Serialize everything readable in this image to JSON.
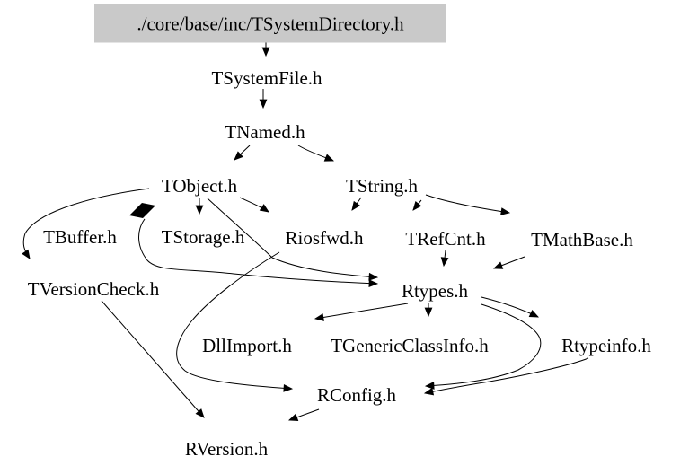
{
  "diagram": {
    "title": "Include dependency graph for TSystemDirectory.h",
    "type": "include-dependency-graph",
    "root_label": "./core/base/inc/TSystemDirectory.h",
    "root_bg_color": "#c9c9c9",
    "edge_color": "#000000",
    "nodes": [
      {
        "label": "./core/base/inc/TSystemDirectory.h"
      },
      {
        "label": "TSystemFile.h"
      },
      {
        "label": "TNamed.h"
      },
      {
        "label": "TObject.h"
      },
      {
        "label": "TString.h"
      },
      {
        "label": "TBuffer.h"
      },
      {
        "label": "TStorage.h"
      },
      {
        "label": "Riosfwd.h"
      },
      {
        "label": "TRefCnt.h"
      },
      {
        "label": "TMathBase.h"
      },
      {
        "label": "TVersionCheck.h"
      },
      {
        "label": "Rtypes.h"
      },
      {
        "label": "DllImport.h"
      },
      {
        "label": "TGenericClassInfo.h"
      },
      {
        "label": "Rtypeinfo.h"
      },
      {
        "label": "RConfig.h"
      },
      {
        "label": "RVersion.h"
      }
    ],
    "edges": [
      {
        "from": "./core/base/inc/TSystemDirectory.h",
        "to": "TSystemFile.h"
      },
      {
        "from": "TSystemFile.h",
        "to": "TNamed.h"
      },
      {
        "from": "TNamed.h",
        "to": "TObject.h"
      },
      {
        "from": "TNamed.h",
        "to": "TString.h"
      },
      {
        "from": "TObject.h",
        "to": "TVersionCheck.h"
      },
      {
        "from": "TObject.h",
        "to": "TStorage.h"
      },
      {
        "from": "TObject.h",
        "to": "Riosfwd.h"
      },
      {
        "from": "TObject.h",
        "to": "Rtypes.h"
      },
      {
        "from": "TObject.h",
        "to": "TBuffer.h"
      },
      {
        "from": "TBuffer.h",
        "to": "TObject.h"
      },
      {
        "from": "TBuffer.h",
        "to": "Rtypes.h"
      },
      {
        "from": "TString.h",
        "to": "Riosfwd.h"
      },
      {
        "from": "TString.h",
        "to": "TRefCnt.h"
      },
      {
        "from": "TString.h",
        "to": "TMathBase.h"
      },
      {
        "from": "TRefCnt.h",
        "to": "Rtypes.h"
      },
      {
        "from": "TMathBase.h",
        "to": "Rtypes.h"
      },
      {
        "from": "Riosfwd.h",
        "to": "RConfig.h"
      },
      {
        "from": "Rtypes.h",
        "to": "DllImport.h"
      },
      {
        "from": "Rtypes.h",
        "to": "TGenericClassInfo.h"
      },
      {
        "from": "Rtypes.h",
        "to": "Rtypeinfo.h"
      },
      {
        "from": "Rtypes.h",
        "to": "RConfig.h"
      },
      {
        "from": "Rtypeinfo.h",
        "to": "RConfig.h"
      },
      {
        "from": "TVersionCheck.h",
        "to": "RVersion.h"
      },
      {
        "from": "RConfig.h",
        "to": "RVersion.h"
      }
    ]
  }
}
